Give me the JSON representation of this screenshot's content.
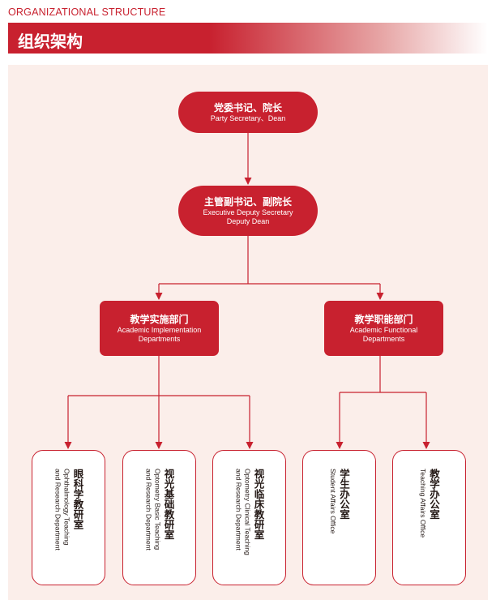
{
  "header": {
    "section_label": "ORGANIZATIONAL STRUCTURE",
    "title": "组织架构"
  },
  "nodes": {
    "dean": {
      "zh": "党委书记、院长",
      "en": "Party Secretary、Dean"
    },
    "deputy": {
      "zh": "主管副书记、副院长",
      "en_line1": "Executive Deputy Secretary",
      "en_line2": "Deputy Dean"
    },
    "academic": {
      "zh": "教学实施部门",
      "en_line1": "Academic Implementation",
      "en_line2": "Departments"
    },
    "functional": {
      "zh": "教学职能部门",
      "en_line1": "Academic Functional",
      "en_line2": "Departments"
    }
  },
  "departments": [
    {
      "zh": "眼科学教研室",
      "en_line1": "Ophthalmology Teaching",
      "en_line2": "and Research Department"
    },
    {
      "zh": "视光基础教研室",
      "en_line1": "Optometry Basic Teaching",
      "en_line2": "and Research Department"
    },
    {
      "zh": "视光临床教研室",
      "en_line1": "Optometry Clinical Teaching",
      "en_line2": "and Research Department"
    },
    {
      "zh": "学生办公室",
      "en_line1": "Student Affairs Office",
      "en_line2": ""
    },
    {
      "zh": "教学办公室",
      "en_line1": "Teaching Affairs Office",
      "en_line2": ""
    }
  ],
  "colors": {
    "accent": "#c8212f",
    "panel": "#fbeeea",
    "text": "#231815"
  }
}
